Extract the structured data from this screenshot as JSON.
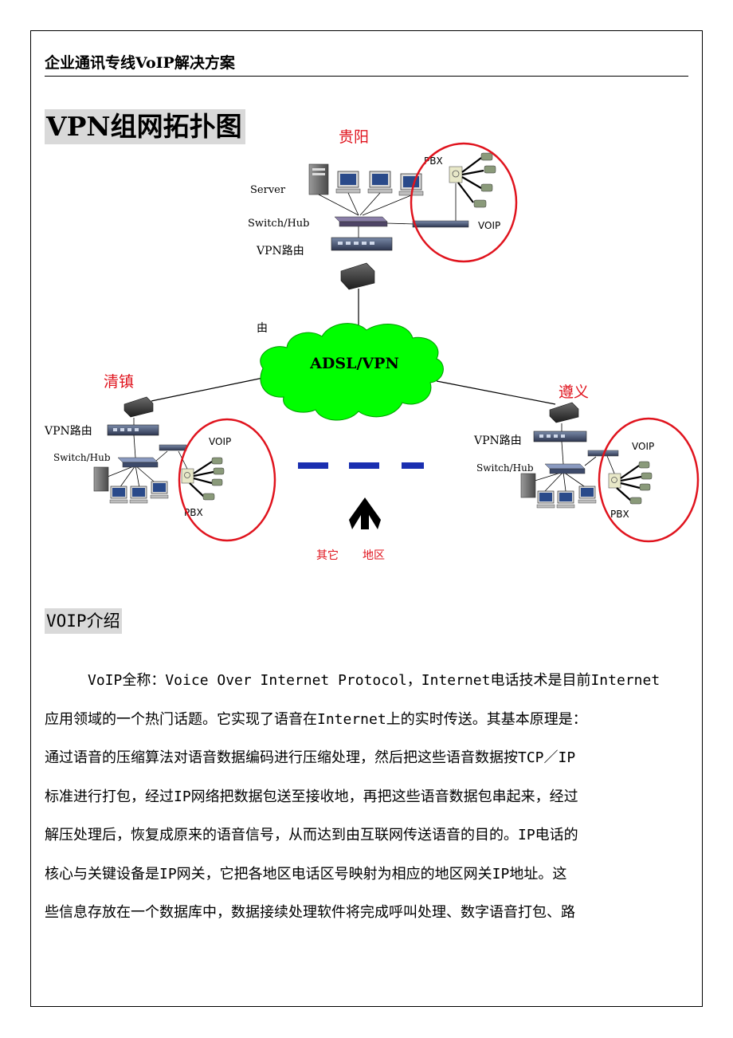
{
  "header": {
    "title": "企业通讯专线VoIP解决方案"
  },
  "section1": {
    "heading": "VPN组网拓扑图"
  },
  "diagram": {
    "cloud_label": "ADSL/VPN",
    "guiyang": {
      "city": "贵阳",
      "server": "Server",
      "switch": "Switch/Hub",
      "router": "VPN路由",
      "pbx": "PBX",
      "voip": "VOIP",
      "stray": "由"
    },
    "qingzhen": {
      "city": "清镇",
      "router": "VPN路由",
      "switch": "Switch/Hub",
      "voip": "VOIP",
      "pbx": "PBX"
    },
    "zunyi": {
      "city": "遵义",
      "router": "VPN路由",
      "switch": "Switch/Hub",
      "voip": "VOIP",
      "pbx": "PBX"
    },
    "other": {
      "label_a": "其它",
      "label_b": "地区"
    },
    "colors": {
      "cloud": "#00ff00",
      "ellipse": "#e0141e",
      "city": "#e0141e",
      "dash": "#1a2fb0"
    }
  },
  "section2": {
    "heading": "VOIP介绍"
  },
  "paragraph": {
    "lines": [
      "VoIP全称：Voice Over Internet Protocol，Internet电话技术是目前Internet",
      "应用领域的一个热门话题。它实现了语音在Internet上的实时传送。其基本原理是：",
      "通过语音的压缩算法对语音数据编码进行压缩处理，然后把这些语音数据按TCP／IP",
      "标准进行打包，经过IP网络把数据包送至接收地，再把这些语音数据包串起来，经过",
      "解压处理后，恢复成原来的语音信号，从而达到由互联网传送语音的目的。IP电话的",
      "核心与关键设备是IP网关，它把各地区电话区号映射为相应的地区网关IP地址。这",
      "些信息存放在一个数据库中，数据接续处理软件将完成呼叫处理、数字语音打包、路"
    ]
  }
}
